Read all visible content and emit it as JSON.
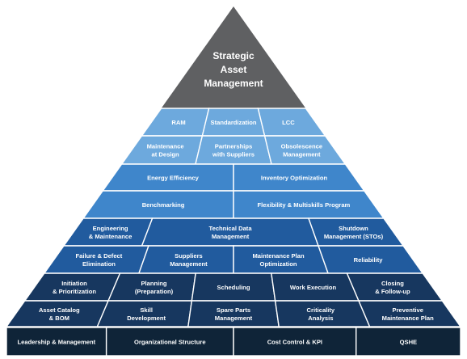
{
  "apex": {
    "lines": [
      "Strategic",
      "Asset",
      "Management"
    ],
    "color": "#5f6062"
  },
  "tiers": [
    {
      "color": "#6da9dd",
      "cells": [
        [
          "RAM"
        ],
        [
          "Standardization"
        ],
        [
          "LCC"
        ]
      ]
    },
    {
      "color": "#6da9dd",
      "cells": [
        [
          "Maintenance",
          "at Design"
        ],
        [
          "Partnerships",
          "with Suppliers"
        ],
        [
          "Obsolescence",
          "Management"
        ]
      ]
    },
    {
      "color": "#3f86cb",
      "cells": [
        [
          "Energy Efficiency"
        ],
        [
          "Inventory Optimization"
        ]
      ]
    },
    {
      "color": "#3f86cb",
      "cells": [
        [
          "Benchmarking"
        ],
        [
          "Flexibility & Multiskills Program"
        ]
      ]
    },
    {
      "color": "#215b9e",
      "cells": [
        [
          "Engineering",
          "& Maintenance"
        ],
        [
          "Technical Data",
          "Management"
        ],
        [
          "Shutdown",
          "Management (STOs)"
        ]
      ]
    },
    {
      "color": "#215b9e",
      "cells": [
        [
          "Failure & Defect",
          "Elimination"
        ],
        [
          "Suppliers",
          "Management"
        ],
        [
          "Maintenance Plan",
          "Optimization"
        ],
        [
          "Reliability"
        ]
      ]
    },
    {
      "color": "#17375f",
      "cells": [
        [
          "Initiation",
          "& Prioritization"
        ],
        [
          "Planning",
          "(Preparation)"
        ],
        [
          "Scheduling"
        ],
        [
          "Work Execution"
        ],
        [
          "Closing",
          "& Follow-up"
        ]
      ]
    },
    {
      "color": "#17375f",
      "cells": [
        [
          "Asset Catalog",
          "& BOM"
        ],
        [
          "Skill",
          "Development"
        ],
        [
          "Spare Parts",
          "Management"
        ],
        [
          "Criticality",
          "Analysis"
        ],
        [
          "Preventive",
          "Maintenance Plan"
        ]
      ]
    }
  ],
  "base": {
    "color": "#0f2438",
    "cells": [
      [
        "Leadership & Management"
      ],
      [
        "Organizational Structure"
      ],
      [
        "Cost Control & KPI"
      ],
      [
        "QSHE"
      ]
    ]
  }
}
